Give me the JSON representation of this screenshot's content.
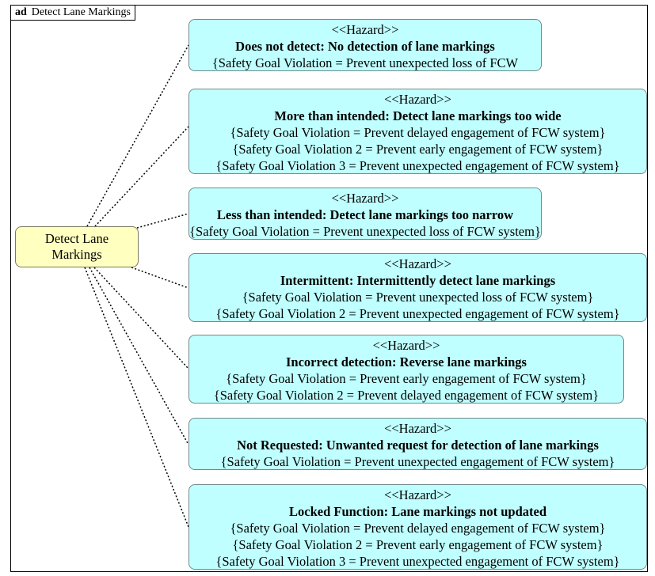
{
  "frame": {
    "keyword": "ad",
    "title": "Detect Lane Markings"
  },
  "activity": {
    "label_line1": "Detect Lane",
    "label_line2": "Markings",
    "fill_color": "#ffffc0"
  },
  "hazard_fill_color": "#c0ffff",
  "hazards": [
    {
      "stereotype": "<<Hazard>>",
      "name": "Does not detect: No detection of lane markings",
      "properties": [
        "{Safety Goal Violation = Prevent unexpected loss of FCW"
      ]
    },
    {
      "stereotype": "<<Hazard>>",
      "name": "More than intended: Detect lane markings too wide",
      "properties": [
        "{Safety Goal Violation = Prevent delayed engagement of FCW system}",
        "{Safety Goal Violation 2 = Prevent early engagement of FCW system}",
        "{Safety Goal Violation 3 = Prevent unexpected engagement of FCW system}"
      ]
    },
    {
      "stereotype": "<<Hazard>>",
      "name": "Less than intended: Detect lane markings too narrow",
      "properties": [
        "{Safety Goal Violation = Prevent unexpected loss of FCW system}"
      ]
    },
    {
      "stereotype": "<<Hazard>>",
      "name": "Intermittent: Intermittently detect lane markings",
      "properties": [
        "{Safety Goal Violation = Prevent unexpected loss of FCW system}",
        "{Safety Goal Violation 2 = Prevent unexpected engagement of FCW system}"
      ]
    },
    {
      "stereotype": "<<Hazard>>",
      "name": "Incorrect detection: Reverse lane markings",
      "properties": [
        "{Safety Goal Violation = Prevent early engagement of FCW system}",
        "{Safety Goal Violation 2 = Prevent delayed engagement of FCW system}"
      ]
    },
    {
      "stereotype": "<<Hazard>>",
      "name": "Not Requested: Unwanted request for detection of lane markings",
      "properties": [
        "{Safety Goal Violation = Prevent unexpected engagement of FCW system}"
      ]
    },
    {
      "stereotype": "<<Hazard>>",
      "name": "Locked Function: Lane markings not updated",
      "properties": [
        "{Safety Goal Violation = Prevent delayed engagement of FCW system}",
        "{Safety Goal Violation 2 = Prevent early engagement of FCW system}",
        "{Safety Goal Violation 3 = Prevent unexpected engagement of FCW system}"
      ]
    }
  ]
}
